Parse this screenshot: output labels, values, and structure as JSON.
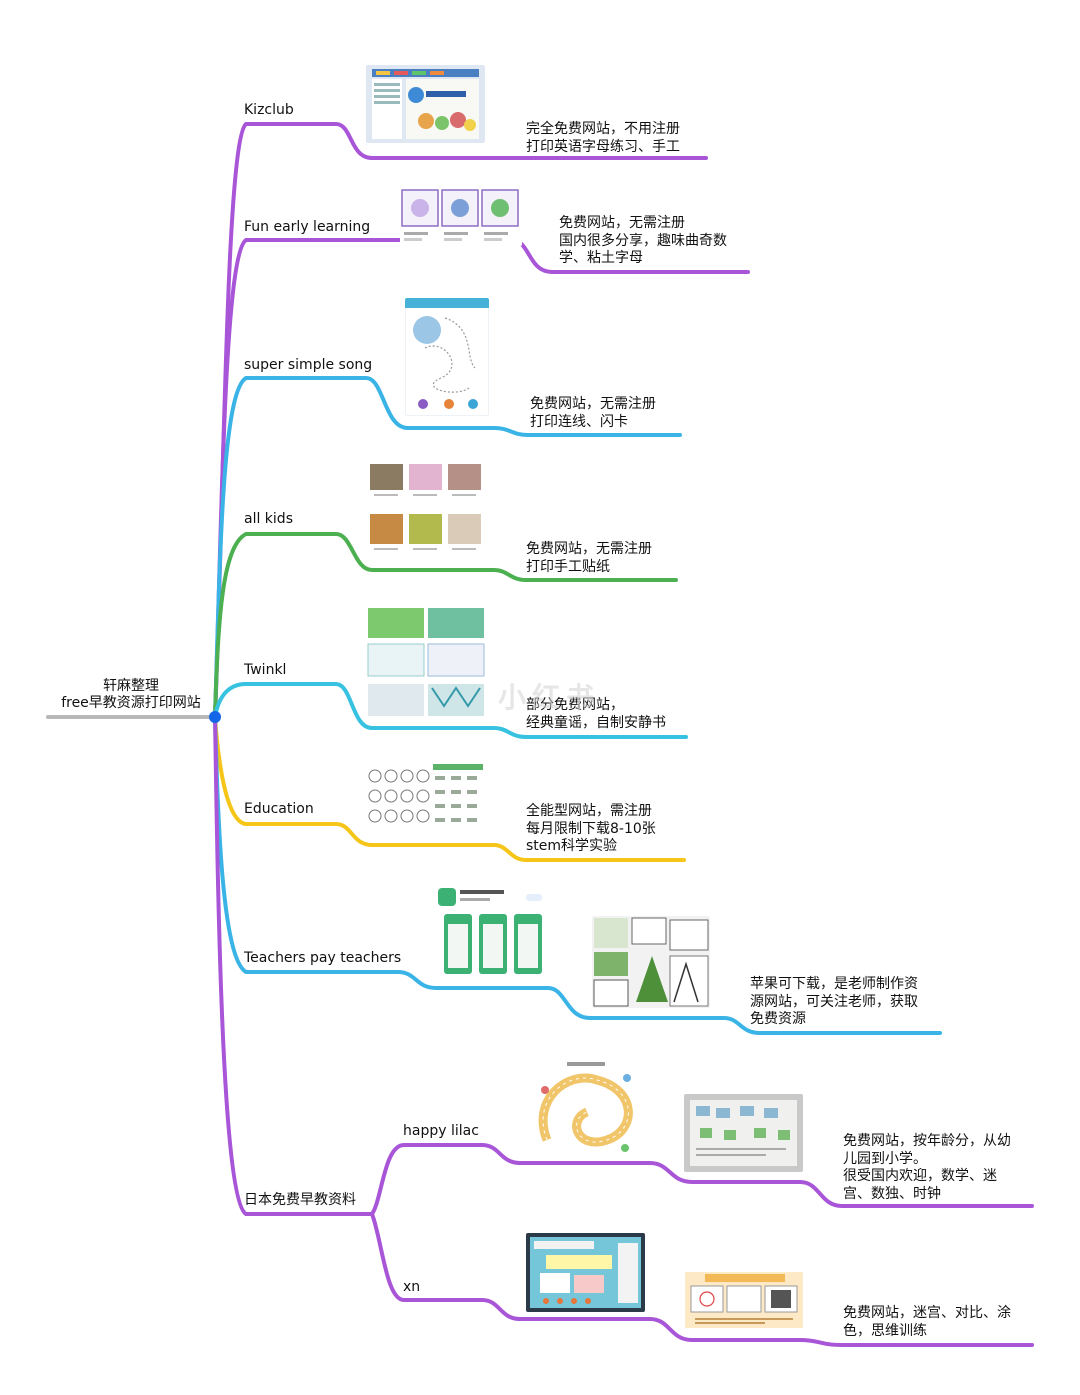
{
  "root": {
    "line1": "轩麻整理",
    "line2": "free早教资源打印网站"
  },
  "branches": [
    {
      "label": "Kizclub",
      "note": "完全免费网站，不用注册\n打印英语字母练习、手工",
      "color": "#a855d8",
      "image": "kizclub-website-screenshot"
    },
    {
      "label": "Fun early learning",
      "note": "免费网站，无需注册\n国内很多分享，趣味曲奇数\n学、粘土字母",
      "color": "#a855d8",
      "image": "worksheet-thumbnails"
    },
    {
      "label": "super simple song",
      "note": "免费网站，无需注册\n打印连线、闪卡",
      "color": "#3ab4e6",
      "image": "tracing-worksheet"
    },
    {
      "label": "all kids",
      "note": "免费网站，无需注册\n打印手工贴纸",
      "color": "#4cb050",
      "image": "craft-grid"
    },
    {
      "label": "Twinkl",
      "note": "部分免费网站，\n经典童谣，自制安静书",
      "color": "#36c2e0",
      "image": "twinkl-resources"
    },
    {
      "label": "Education",
      "note": "全能型网站，需注册\n每月限制下载8-10张\nstem科学实验",
      "color": "#f5c518",
      "image": "clock-worksheets"
    },
    {
      "label": "Teachers pay teachers",
      "note": "苹果可下载，是老师制作资\n源网站，可关注老师，获取\n免费资源",
      "color": "#3ab4e6",
      "image": "app-store-page"
    },
    {
      "label": "日本免费早教资料",
      "color": "#a855d8",
      "children": [
        {
          "label": "happy lilac",
          "note": "免费网站，按年龄分，从幼\n儿园到小学。\n很受国内欢迎，数学、迷\n宫、数独、时钟",
          "color": "#a855d8"
        },
        {
          "label": "xn",
          "note": "免费网站，迷宫、对比、涂\n色，思维训练",
          "color": "#a855d8"
        }
      ]
    }
  ],
  "watermark": "小红书"
}
